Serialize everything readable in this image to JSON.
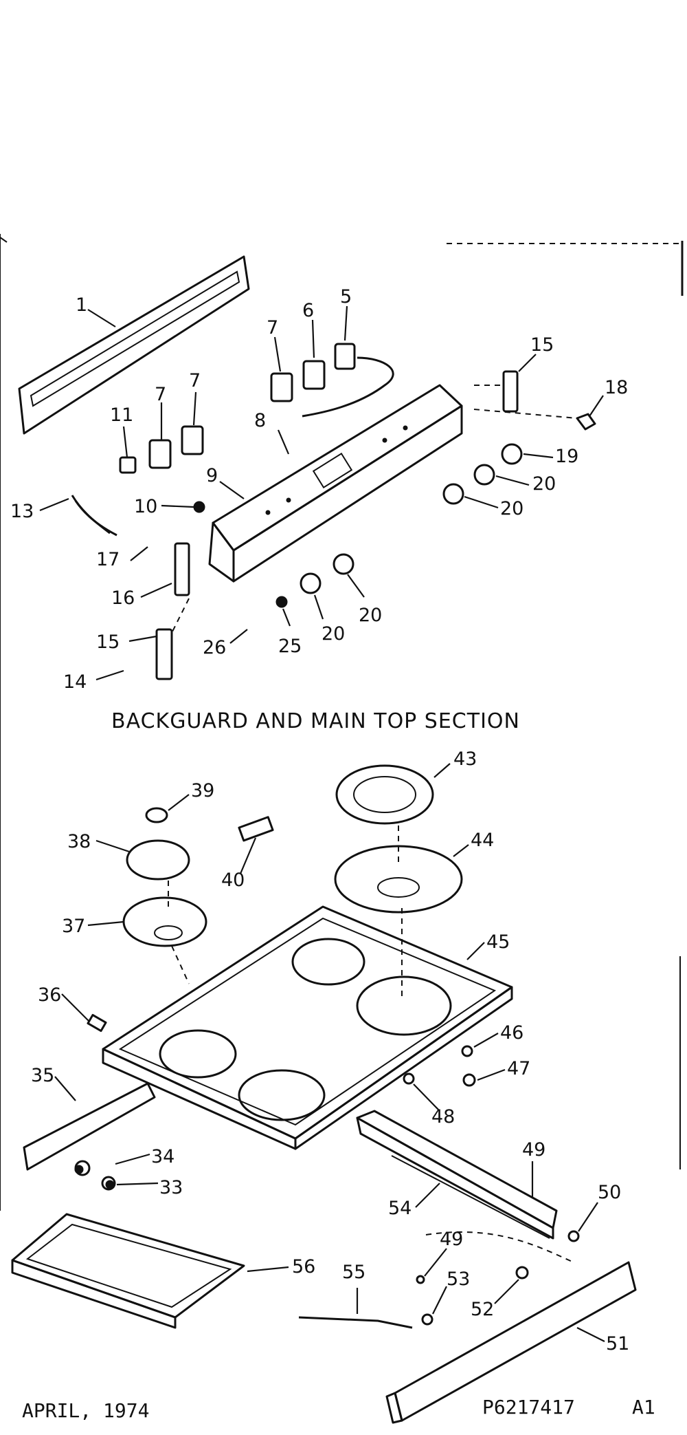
{
  "upper_section_title": "BACKGUARD AND MAIN TOP SECTION",
  "footer": {
    "date": "APRIL, 1974",
    "part_number": "P6217417",
    "revision": "A1"
  },
  "callouts": {
    "c1": "1",
    "c5": "5",
    "c6": "6",
    "c7a": "7",
    "c7b": "7",
    "c7c": "7",
    "c8": "8",
    "c9": "9",
    "c10": "10",
    "c11": "11",
    "c13": "13",
    "c14": "14",
    "c15a": "15",
    "c15b": "15",
    "c16": "16",
    "c17": "17",
    "c18": "18",
    "c19": "19",
    "c20a": "20",
    "c20b": "20",
    "c20c": "20",
    "c20d": "20",
    "c25": "25",
    "c26": "26",
    "c33": "33",
    "c34": "34",
    "c35": "35",
    "c36": "36",
    "c37": "37",
    "c38": "38",
    "c39": "39",
    "c40": "40",
    "c43": "43",
    "c44": "44",
    "c45": "45",
    "c46": "46",
    "c47": "47",
    "c48": "48",
    "c49a": "49",
    "c49b": "49",
    "c50": "50",
    "c51": "51",
    "c52": "52",
    "c53": "53",
    "c54": "54",
    "c55": "55",
    "c56": "56"
  }
}
